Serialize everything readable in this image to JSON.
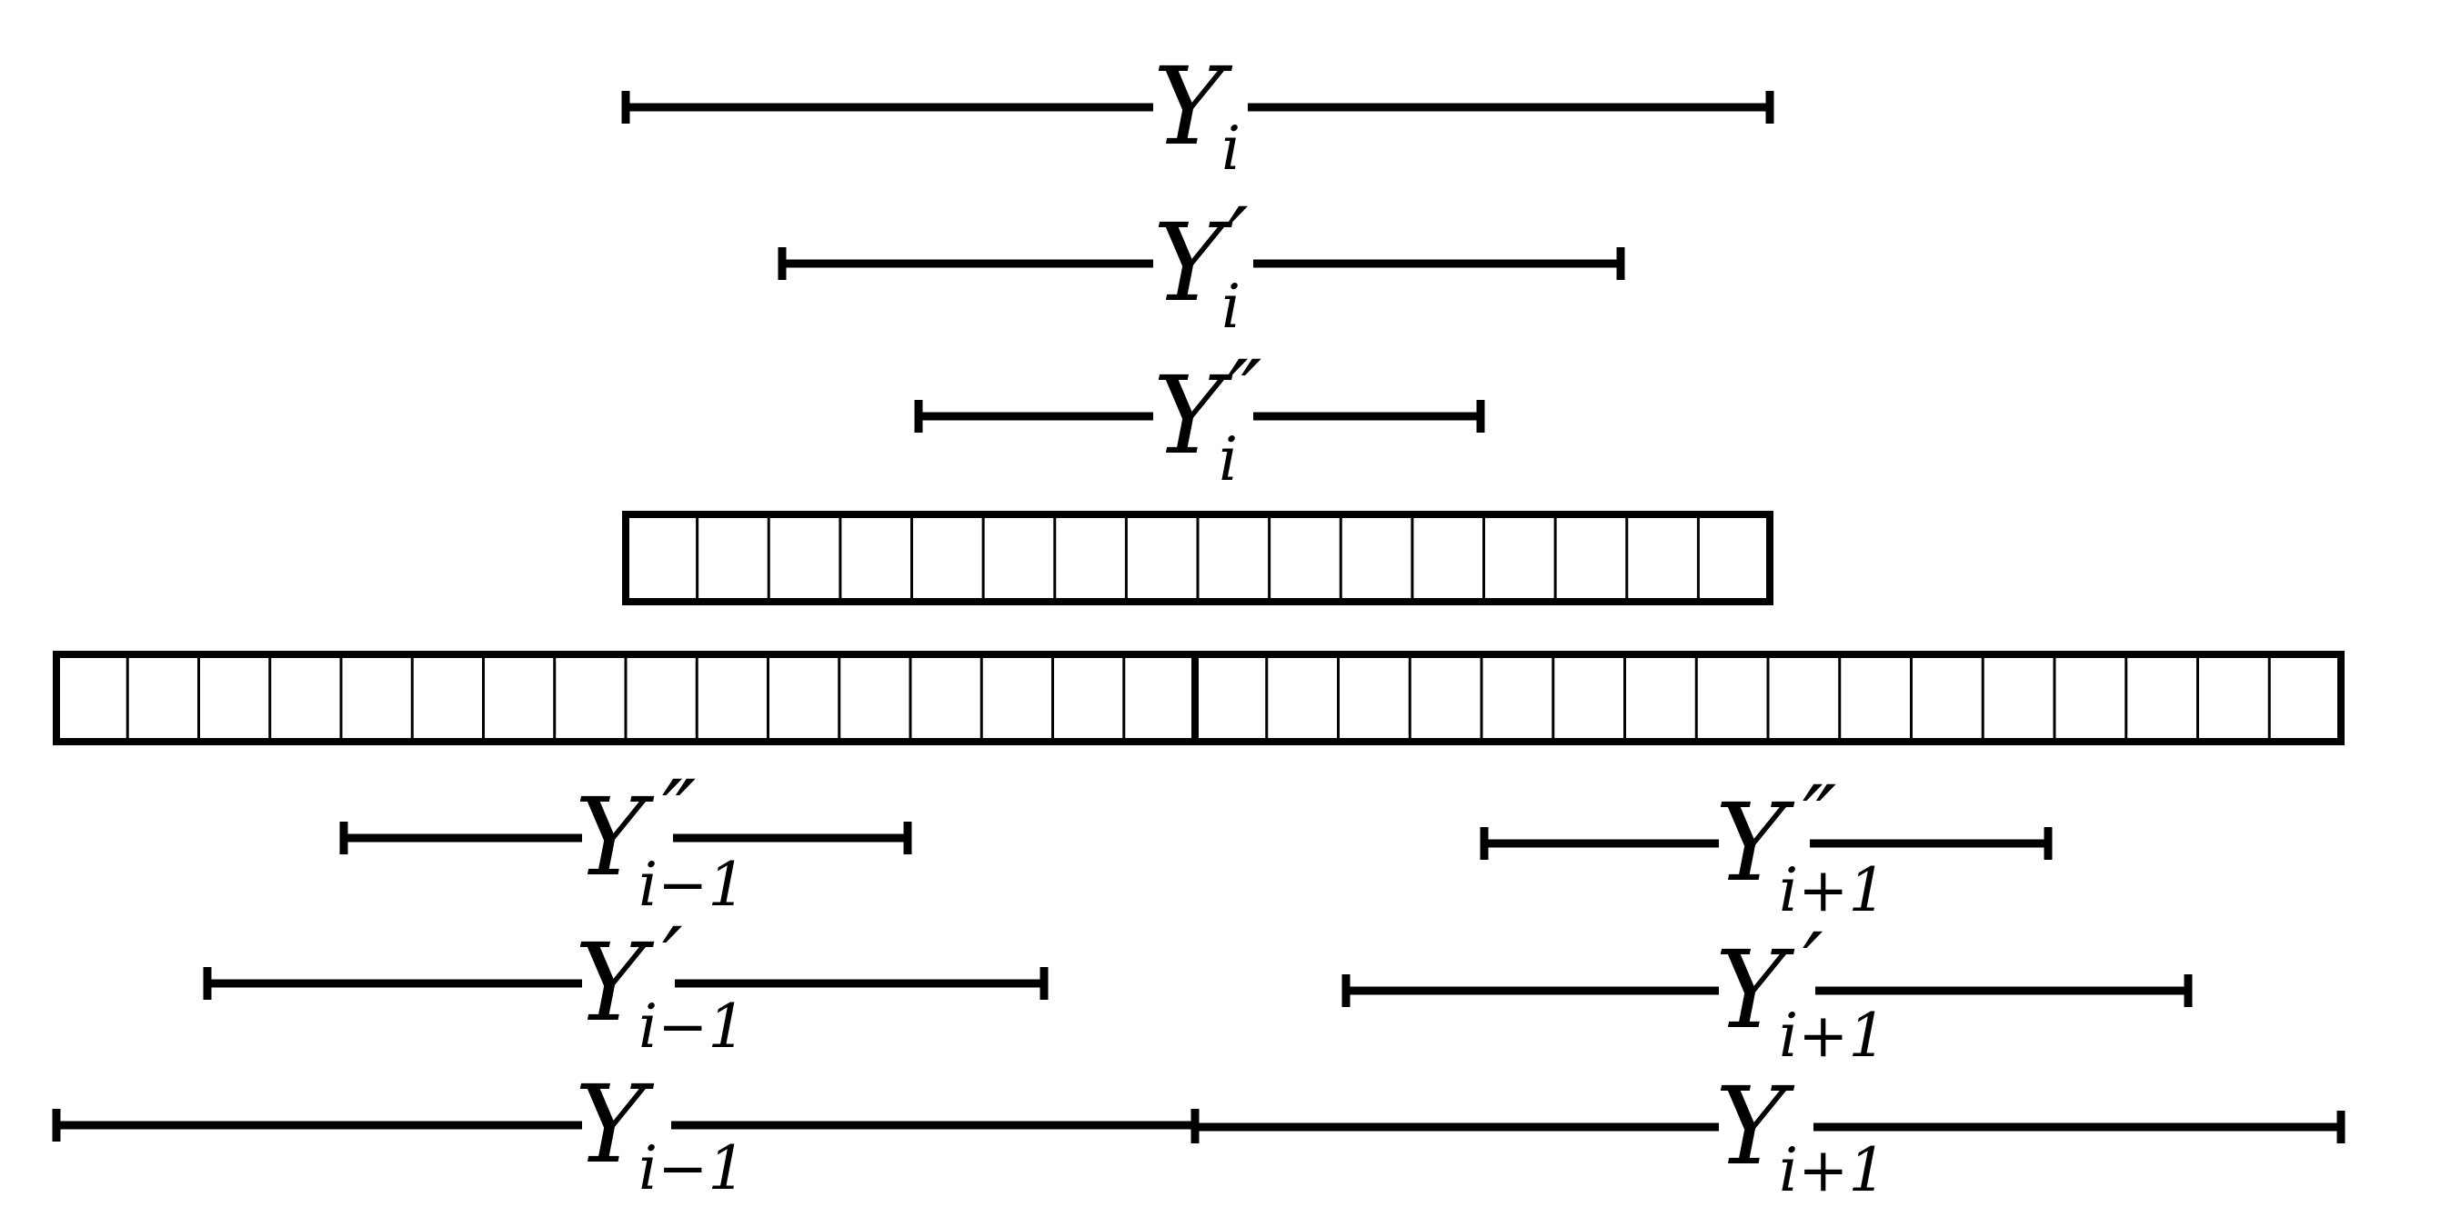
{
  "colors": {
    "ink": "#000000",
    "background": "#ffffff"
  },
  "intervals": [
    {
      "id": "Y_i",
      "symbol": "Y",
      "prime": "",
      "subscript": "i"
    },
    {
      "id": "Y_i_prime",
      "symbol": "Y",
      "prime": "′",
      "subscript": "i"
    },
    {
      "id": "Y_i_dprime",
      "symbol": "Y",
      "prime": "″",
      "subscript": "i"
    },
    {
      "id": "Y_im1_dprime",
      "symbol": "Y",
      "prime": "″",
      "subscript": "i−1"
    },
    {
      "id": "Y_ip1_dprime",
      "symbol": "Y",
      "prime": "″",
      "subscript": "i+1"
    },
    {
      "id": "Y_im1_prime",
      "symbol": "Y",
      "prime": "′",
      "subscript": "i−1"
    },
    {
      "id": "Y_ip1_prime",
      "symbol": "Y",
      "prime": "′",
      "subscript": "i+1"
    },
    {
      "id": "Y_im1",
      "symbol": "Y",
      "prime": "",
      "subscript": "i−1"
    },
    {
      "id": "Y_ip1",
      "symbol": "Y",
      "prime": "",
      "subscript": "i+1"
    }
  ],
  "blocks": [
    {
      "id": "block-single",
      "cells": 16
    },
    {
      "id": "block-double-left",
      "cells": 16
    },
    {
      "id": "block-double-right",
      "cells": 16
    }
  ]
}
